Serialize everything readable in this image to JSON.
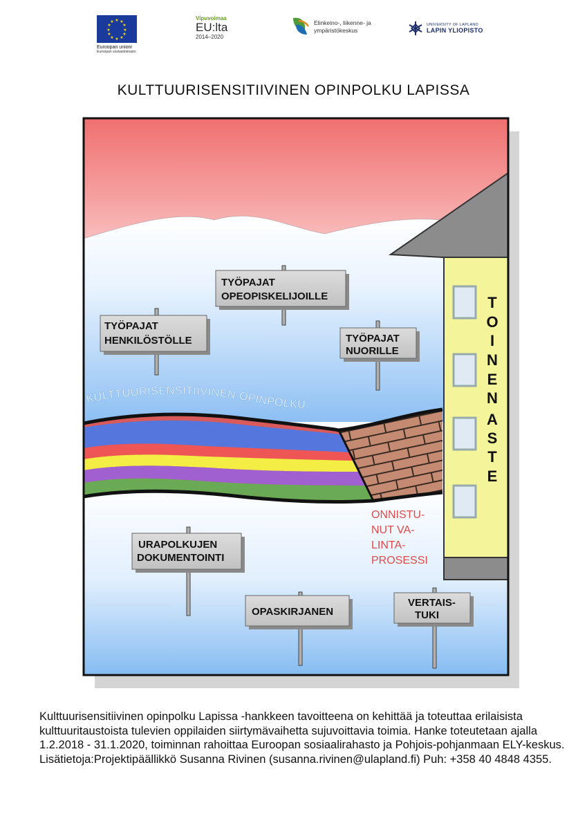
{
  "logos": {
    "eu_caption": "Euroopan unioni",
    "eu_subcaption": "Euroopan sosiaalirahasto",
    "vipu_top": "Vipuvoimaa",
    "vipu_main": "EU:lta",
    "vipu_years": "2014–2020",
    "ely_line1": "Elinkeino-, liikenne- ja",
    "ely_line2": "ympäristökeskus",
    "ul_small": "UNIVERSITY OF LAPLAND",
    "ul_big": "LAPIN YLIOPISTO"
  },
  "title": "KULTTUURISENSITIIVINEN OPINPOLKU LAPISSA",
  "signs": {
    "opeopiskelijat_line1": "TYÖPAJAT",
    "opeopiskelijat_line2": "OPEOPISKELIJOILLE",
    "henkilosto_line1": "TYÖPAJAT",
    "henkilosto_line2": "HENKILÖSTÖLLE",
    "nuoret_line1": "TYÖPAJAT",
    "nuoret_line2": "NUORILLE",
    "ura_line1": "URAPOLKUJEN",
    "ura_line2": "DOKUMENTOINTI",
    "opaskirja": "OPASKIRJANEN",
    "vertais_line1": "VERTAIS-",
    "vertais_line2": "TUKI"
  },
  "path_label": "KULTTUURISENSITIIVINEN OPINPOLKU",
  "success_label": [
    "ONNISTU-",
    "NUT VA-",
    "LINTA-",
    "PROSESSI"
  ],
  "building_label": [
    "T",
    "O",
    "I",
    "N",
    "E",
    "N",
    "A",
    "S",
    "T",
    "E"
  ],
  "colors": {
    "sky_top": "#f07878",
    "sky_bottom": "#bfe0fb",
    "rainbow": [
      "#d85a5a",
      "#5577dd",
      "#ee5555",
      "#f4ee44",
      "#a060d0",
      "#6aaa55"
    ],
    "building": "#f4f59a",
    "roof": "#8c8c8c",
    "bricks": "#c48b72",
    "success_text": "#e04a4a"
  },
  "description": "Kulttuurisensitiivinen opinpolku Lapissa -hankkeen tavoitteena on kehittää ja toteuttaa erilaisista kulttuuritaustoista tulevien oppilaiden siirtymävaihetta sujuvoittavia toimia. Hanke toteutetaan ajalla 1.2.2018 - 31.1.2020, toiminnan rahoittaa Euroopan sosiaalirahasto ja Pohjois-pohjanmaan ELY-keskus. Lisätietoja:Projektipäällikkö Susanna Rivinen (susanna.rivinen@ulapland.fi) Puh: +358 40 4848 4355."
}
